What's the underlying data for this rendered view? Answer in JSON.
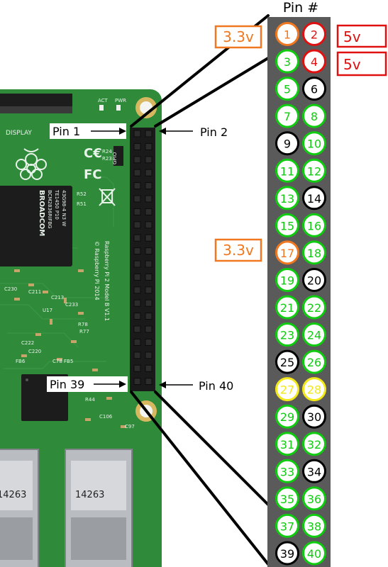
{
  "header": {
    "title": "Pin #"
  },
  "power_labels": {
    "pin1": "3.3v",
    "pin17": "3.3v",
    "pin2": "5v",
    "pin4": "5v"
  },
  "callouts": {
    "pin1": "Pin 1",
    "pin2": "Pin 2",
    "pin39": "Pin 39",
    "pin40": "Pin 40"
  },
  "board": {
    "display_label": "DISPLAY",
    "act_label": "ACT",
    "pwr_label": "PWR",
    "gpio_label": "GPIO",
    "model_text": "Raspberry Pi 2 Model B V1.1",
    "copyright_text": "© Raspberry Pi 2014",
    "chip_brand": "BROADCOM",
    "chip_line1": "BCM2836RIFBG",
    "chip_line2": "TE1450 P10",
    "chip_line3": "43G98-4 N3 W",
    "usb_code_1": "14263",
    "usb_code_2": "14263"
  },
  "colors": {
    "power_3v3": "#f07820",
    "power_5v": "#e01010",
    "gpio": "#10cc10",
    "ground": "#000000",
    "id_eeprom": "#f2e81a",
    "header_panel": "#5a5a5a",
    "board_green": "#2f8a3a"
  },
  "pins": [
    {
      "n": "1",
      "type": "power_3v3"
    },
    {
      "n": "2",
      "type": "power_5v"
    },
    {
      "n": "3",
      "type": "gpio"
    },
    {
      "n": "4",
      "type": "power_5v"
    },
    {
      "n": "5",
      "type": "gpio"
    },
    {
      "n": "6",
      "type": "ground"
    },
    {
      "n": "7",
      "type": "gpio"
    },
    {
      "n": "8",
      "type": "gpio"
    },
    {
      "n": "9",
      "type": "ground"
    },
    {
      "n": "10",
      "type": "gpio"
    },
    {
      "n": "11",
      "type": "gpio"
    },
    {
      "n": "12",
      "type": "gpio"
    },
    {
      "n": "13",
      "type": "gpio"
    },
    {
      "n": "14",
      "type": "ground"
    },
    {
      "n": "15",
      "type": "gpio"
    },
    {
      "n": "16",
      "type": "gpio"
    },
    {
      "n": "17",
      "type": "power_3v3"
    },
    {
      "n": "18",
      "type": "gpio"
    },
    {
      "n": "19",
      "type": "gpio"
    },
    {
      "n": "20",
      "type": "ground"
    },
    {
      "n": "21",
      "type": "gpio"
    },
    {
      "n": "22",
      "type": "gpio"
    },
    {
      "n": "23",
      "type": "gpio"
    },
    {
      "n": "24",
      "type": "gpio"
    },
    {
      "n": "25",
      "type": "ground"
    },
    {
      "n": "26",
      "type": "gpio"
    },
    {
      "n": "27",
      "type": "id_eeprom"
    },
    {
      "n": "28",
      "type": "id_eeprom"
    },
    {
      "n": "29",
      "type": "gpio"
    },
    {
      "n": "30",
      "type": "ground"
    },
    {
      "n": "31",
      "type": "gpio"
    },
    {
      "n": "32",
      "type": "gpio"
    },
    {
      "n": "33",
      "type": "gpio"
    },
    {
      "n": "34",
      "type": "ground"
    },
    {
      "n": "35",
      "type": "gpio"
    },
    {
      "n": "36",
      "type": "gpio"
    },
    {
      "n": "37",
      "type": "gpio"
    },
    {
      "n": "38",
      "type": "gpio"
    },
    {
      "n": "39",
      "type": "ground"
    },
    {
      "n": "40",
      "type": "gpio"
    }
  ]
}
